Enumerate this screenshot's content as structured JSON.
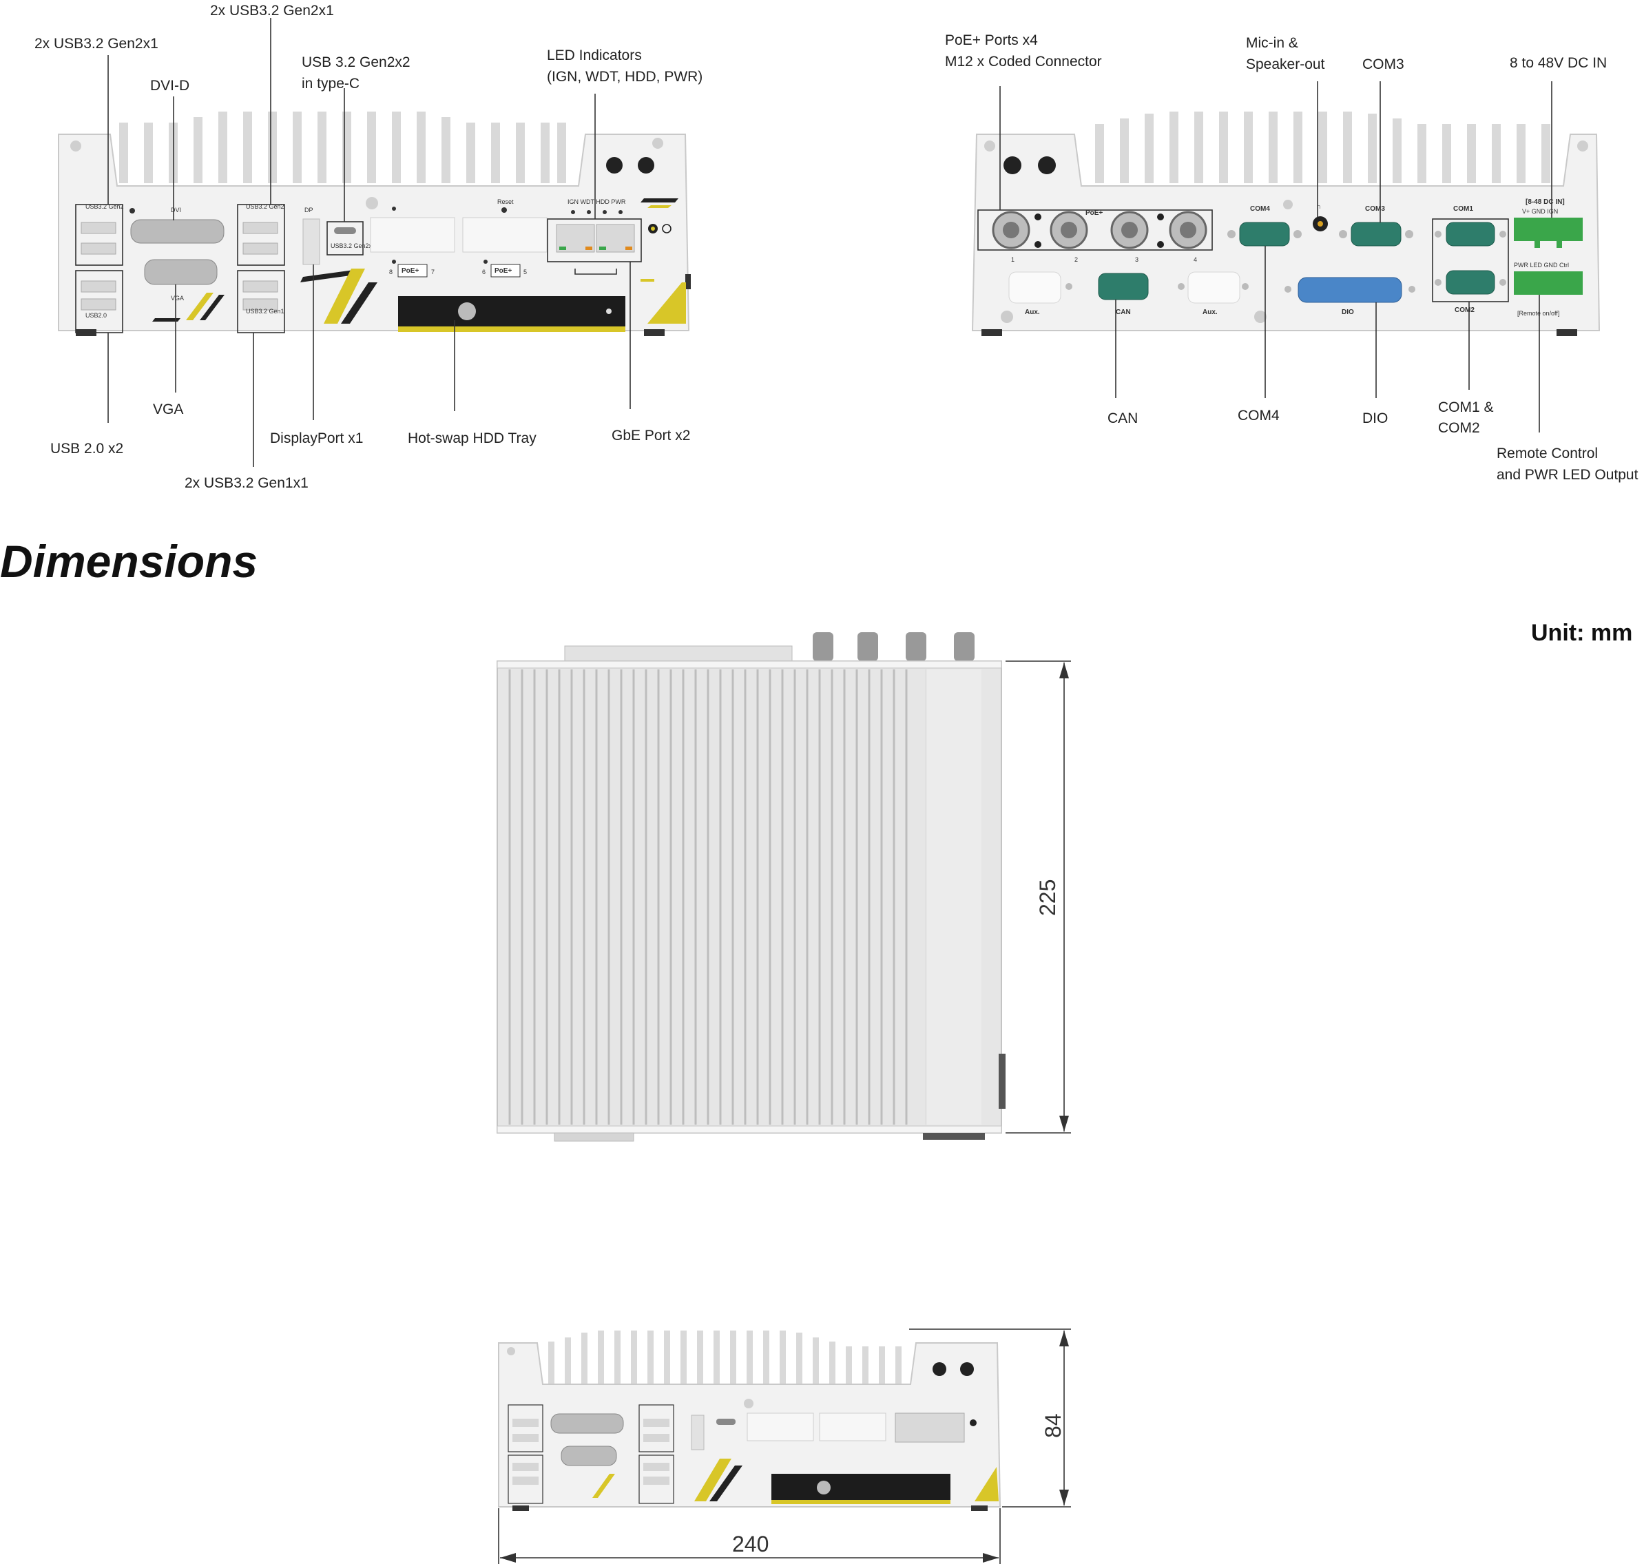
{
  "front_panel": {
    "callouts": {
      "usb32_gen2x1_top": "2x USB3.2 Gen2x1",
      "usb32_gen2x1_left": "2x USB3.2 Gen2x1",
      "dvi_d": "DVI-D",
      "usb32_gen2x2_line1": "USB 3.2 Gen2x2",
      "usb32_gen2x2_line2": "in type-C",
      "led_line1": "LED Indicators",
      "led_line2": "(IGN, WDT, HDD, PWR)",
      "vga": "VGA",
      "usb20": "USB 2.0 x2",
      "displayport": "DisplayPort x1",
      "hdd_tray": "Hot-swap HDD Tray",
      "gbe": "GbE Port x2",
      "usb32_gen1x1": "2x USB3.2 Gen1x1"
    },
    "panel_labels": {
      "usb32_gen2_a": "USB3.2 Gen2",
      "dvi": "DVI",
      "usb32_gen2_b": "USB3.2 Gen2",
      "dp": "DP",
      "usb32_gen2x2": "USB3.2 Gen2x2",
      "reset": "Reset",
      "leds": "IGN WDT HDD PWR",
      "vga": "VGA",
      "usb20": "USB2.0",
      "usb32_gen1": "USB3.2 Gen1",
      "poe_a": "PoE+",
      "poe_b": "PoE+",
      "port8": "8",
      "port7": "7",
      "port6": "6",
      "port5": "5"
    }
  },
  "rear_panel": {
    "callouts": {
      "poe_line1": "PoE+ Ports x4",
      "poe_line2": "M12 x Coded Connector",
      "mic_line1": "Mic-in &",
      "mic_line2": "Speaker-out",
      "com3": "COM3",
      "dc_in": "8 to 48V  DC IN",
      "can": "CAN",
      "com4": "COM4",
      "dio": "DIO",
      "com12_line1": "COM1  &",
      "com12_line2": "COM2",
      "remote_line1": "Remote Control",
      "remote_line2": "and PWR LED Output"
    },
    "panel_labels": {
      "poe": "PoE+",
      "com4": "COM4",
      "com3": "COM3",
      "com1": "COM1",
      "com2": "COM2",
      "dc_header": "[8-48 DC IN]",
      "dc_pins": "V+   GND   IGN",
      "pwr_pins": "PWR LED  GND  Ctrl",
      "remote": "[Remote on/off]",
      "aux_a": "Aux.",
      "can": "CAN",
      "aux_b": "Aux.",
      "dio": "DIO",
      "p1": "1",
      "p2": "2",
      "p3": "3",
      "p4": "4"
    }
  },
  "dimensions": {
    "title": "Dimensions",
    "unit": "Unit: mm",
    "depth": "225",
    "height": "84",
    "width": "240"
  },
  "colors": {
    "chassis": "#f2f2f2",
    "accent_yellow": "#d8c628",
    "com_green": "#2e7d6b",
    "dio_blue": "#4a86c8",
    "terminal_green": "#3aa64a"
  }
}
